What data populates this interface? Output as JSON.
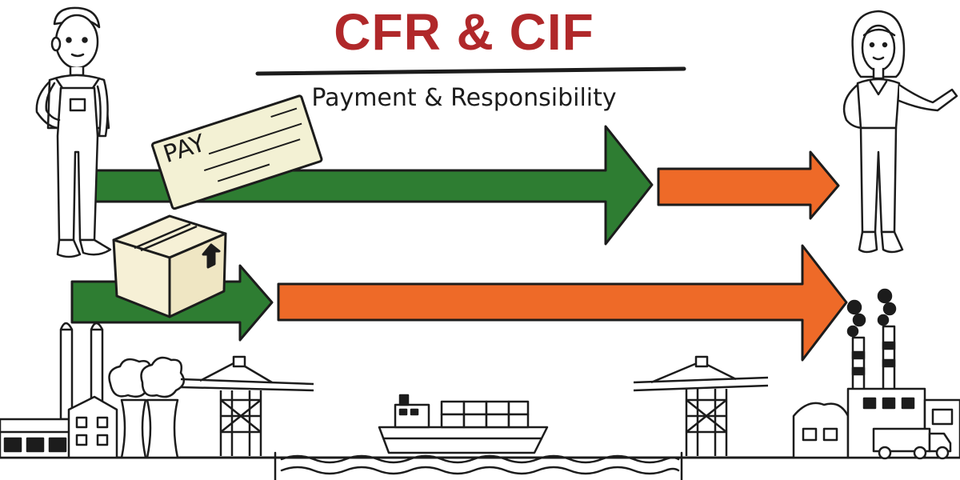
{
  "title": "CFR & CIF",
  "subtitle": "Payment & Responsibility",
  "cheque": {
    "text": "PAY"
  },
  "colors": {
    "title_red": "#b0282a",
    "green_arrow": "#2e7d32",
    "orange_arrow": "#ee6a28",
    "ink": "#1c1c1c",
    "cheque_paper": "#f3f1d4",
    "box_paper": "#f6f0d6"
  },
  "icons": {
    "seller": "man-overalls-icon",
    "buyer": "woman-icon",
    "cheque": "cheque-icon",
    "package": "cardboard-box-icon",
    "ship": "cargo-ship-icon",
    "origin_port": "factory-icon",
    "destination_port": "factory-icon",
    "crane": "port-crane-icon",
    "waves": "sea-waves-icon",
    "truck": "truck-icon"
  }
}
